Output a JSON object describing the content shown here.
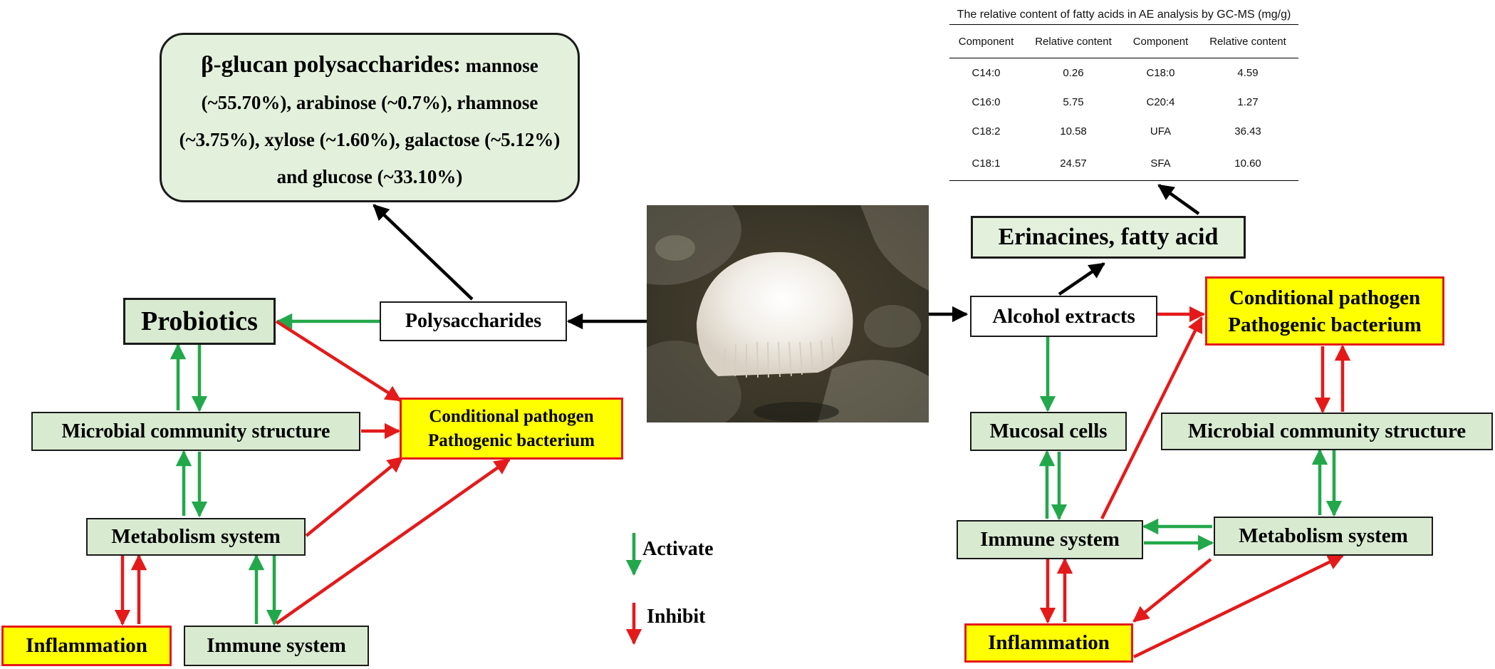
{
  "glucan": {
    "title": "β-glucan polysaccharides:",
    "text": "mannose (~55.70%), arabinose (~0.7%), rhamnose (~3.75%), xylose (~1.60%), galactose (~5.12%) and glucose (~33.10%)"
  },
  "table": {
    "caption": "The relative content of fatty acids in AE analysis by GC-MS (mg/g)",
    "headers": [
      "Component",
      "Relative content",
      "Component",
      "Relative content"
    ],
    "rows": [
      [
        "C14:0",
        "0.26",
        "C18:0",
        "4.59"
      ],
      [
        "C16:0",
        "5.75",
        "C20:4",
        "1.27"
      ],
      [
        "C18:2",
        "10.58",
        "UFA",
        "36.43"
      ],
      [
        "C18:1",
        "24.57",
        "SFA",
        "10.60"
      ]
    ]
  },
  "left": {
    "probiotics": "Probiotics",
    "polysaccharides": "Polysaccharides",
    "microbial": "Microbial community structure",
    "pathogen_line1": "Conditional pathogen",
    "pathogen_line2": "Pathogenic bacterium",
    "metabolism": "Metabolism system",
    "inflammation": "Inflammation",
    "immune": "Immune system"
  },
  "right": {
    "erinacines": "Erinacines, fatty acid",
    "alcohol": "Alcohol extracts",
    "pathogen_line1": "Conditional pathogen",
    "pathogen_line2": "Pathogenic bacterium",
    "mucosal": "Mucosal cells",
    "microbial": "Microbial community structure",
    "immune": "Immune system",
    "metabolism": "Metabolism system",
    "inflammation": "Inflammation"
  },
  "legend": {
    "activate": "Activate",
    "inhibit": "Inhibit"
  },
  "colors": {
    "activate": "#22a84a",
    "inhibit": "#e41a1a",
    "neutral": "#000000",
    "node_green": "#d8ead0",
    "node_yellow": "#ffff00"
  }
}
